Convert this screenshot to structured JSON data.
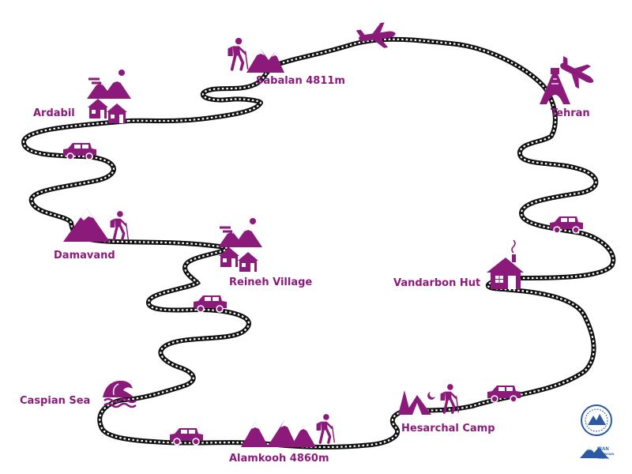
{
  "colors": {
    "accent": "#8b1a7b",
    "route_dark": "#111111",
    "route_light": "#ffffff",
    "logo_blue": "#2b5aa0"
  },
  "stops": [
    {
      "id": "sabalan",
      "label": "Sabalan 4811m",
      "icon": "hiker-mountain-icon"
    },
    {
      "id": "ardabil",
      "label": "Ardabil",
      "icon": "village-icon"
    },
    {
      "id": "tehran",
      "label": "Tehran",
      "icon": "tower-plane-icon"
    },
    {
      "id": "damavand",
      "label": "Damavand",
      "icon": "mountain-hiker-icon"
    },
    {
      "id": "reineh",
      "label": "Reineh Village",
      "icon": "village-icon"
    },
    {
      "id": "vandarbon",
      "label": "Vandarbon Hut",
      "icon": "hut-icon"
    },
    {
      "id": "caspian",
      "label": "Caspian Sea",
      "icon": "wave-icon"
    },
    {
      "id": "hesarchal",
      "label": "Hesarchal Camp",
      "icon": "camp-hiker-icon"
    },
    {
      "id": "alamkooh",
      "label": "Alamkooh 4860m",
      "icon": "mountains-hiker-icon"
    }
  ],
  "logo": {
    "name": "IRAN MOUNTAIN TRAVEL",
    "line1": "IRAN",
    "line2": "MOUNTAIN",
    "line3": "TRAVEL"
  }
}
